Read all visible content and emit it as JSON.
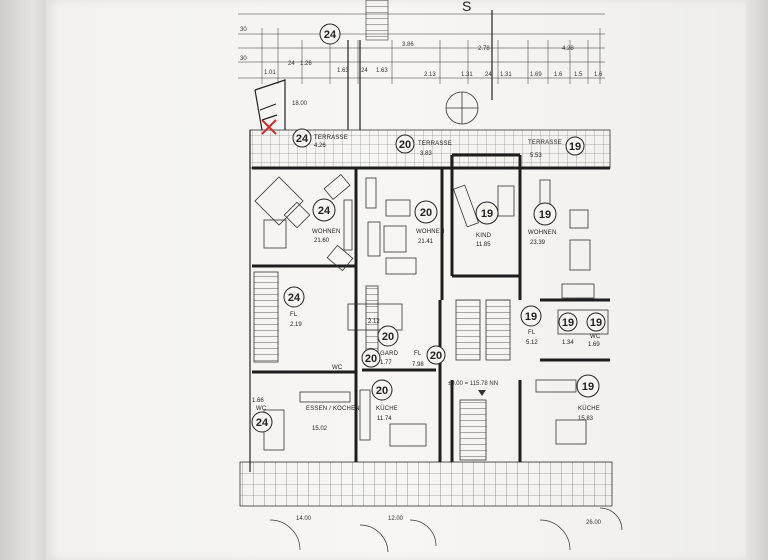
{
  "top_dimensions": {
    "row1": [
      "30",
      "3.86",
      "2.78",
      "4.28"
    ],
    "row2": [
      "30",
      "1.01",
      "24",
      "1.26",
      "1.63",
      "24",
      "1.63",
      "2.13",
      "1.31",
      "24",
      "1.31",
      "1.69",
      "1.6",
      "1.5",
      "1.6"
    ],
    "left_marker": "30"
  },
  "top_partial_letter": "S",
  "rooms": [
    {
      "unit": "24",
      "name": "TERRASSE",
      "area": "4.26"
    },
    {
      "unit": "20",
      "name": "TERRASSE",
      "area": "3.83"
    },
    {
      "unit": "19",
      "name": "TERRASSE",
      "area": "5.53"
    },
    {
      "unit": "24",
      "name": "WOHNEN",
      "area": "21.60"
    },
    {
      "unit": "20",
      "name": "WOHNEN",
      "area": "21.41"
    },
    {
      "unit": "19",
      "name": "KIND",
      "area": "11.85"
    },
    {
      "unit": "19",
      "name": "WOHNEN",
      "area": "23.39"
    },
    {
      "unit": "24",
      "name": "FL",
      "area": "2.19"
    },
    {
      "unit": "20",
      "name": "GARD",
      "area": "1.77"
    },
    {
      "unit": "20",
      "name": "FL",
      "area": "7.98"
    },
    {
      "unit": "19",
      "name": "FL",
      "area": "5.12"
    },
    {
      "unit": "19",
      "name": "",
      "area": "1.34"
    },
    {
      "unit": "19",
      "name": "WC",
      "area": "1.69"
    },
    {
      "unit": "24",
      "name": "ESSEN / KOCHEN",
      "area": "15.02"
    },
    {
      "unit": "20",
      "name": "KÜCHE",
      "area": "11.74"
    },
    {
      "unit": "19",
      "name": "KÜCHE",
      "area": "15.83"
    },
    {
      "unit": "24",
      "name": "WC",
      "area": "1.66"
    }
  ],
  "labels": {
    "upper_width": "18.00",
    "wc_small": "WC",
    "wc_area_mid": "2.12",
    "level": "±0.00 = 115.78 NN",
    "bottom_left": "14.00",
    "bottom_mid": "12.00",
    "bottom_right": "26.00"
  },
  "colors": {
    "ink": "#2a2a2a",
    "paper": "#f5f4f1",
    "marker_red": "#d42a2a"
  },
  "icons": [
    "cross-marker-icon",
    "tree-icon"
  ]
}
